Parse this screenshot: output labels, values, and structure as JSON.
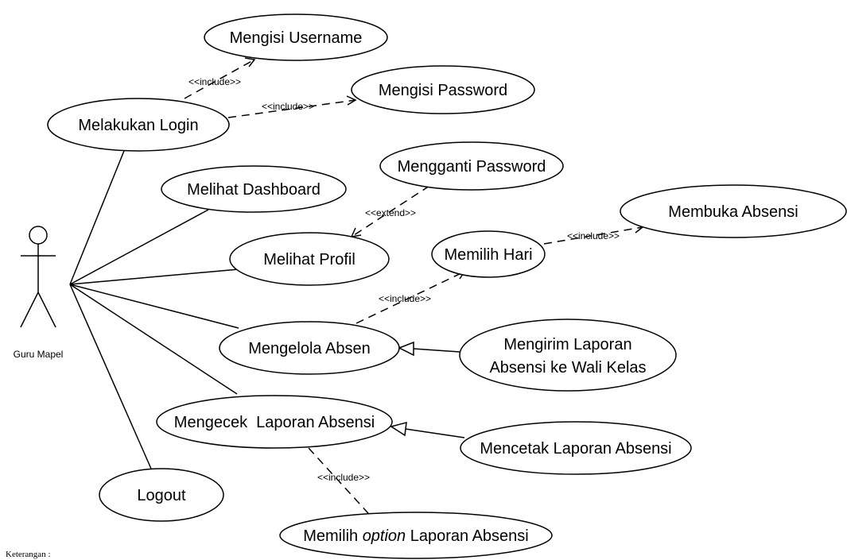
{
  "actor": {
    "name": "Guru Mapel"
  },
  "use_cases": {
    "login": "Melakukan Login",
    "username": "Mengisi Username",
    "password": "Mengisi Password",
    "dashboard": "Melihat Dashboard",
    "ganti_password": "Mengganti Password",
    "profil": "Melihat Profil",
    "memilih_hari": "Memilih Hari",
    "membuka_absensi": "Membuka Absensi",
    "mengelola_absen": "Mengelola Absen",
    "kirim_laporan_line1": "Mengirim Laporan",
    "kirim_laporan_line2": "Absensi ke Wali Kelas",
    "cek_laporan": "Mengecek  Laporan Absensi",
    "cetak_laporan": "Mencetak Laporan Absensi",
    "logout": "Logout",
    "option_pre": "Memilih ",
    "option_em": "option",
    "option_post": " Laporan Absensi"
  },
  "stereotypes": {
    "include": "<<include>>",
    "extend": "<<extend>>"
  },
  "footer": {
    "note": "Keterangan :"
  }
}
